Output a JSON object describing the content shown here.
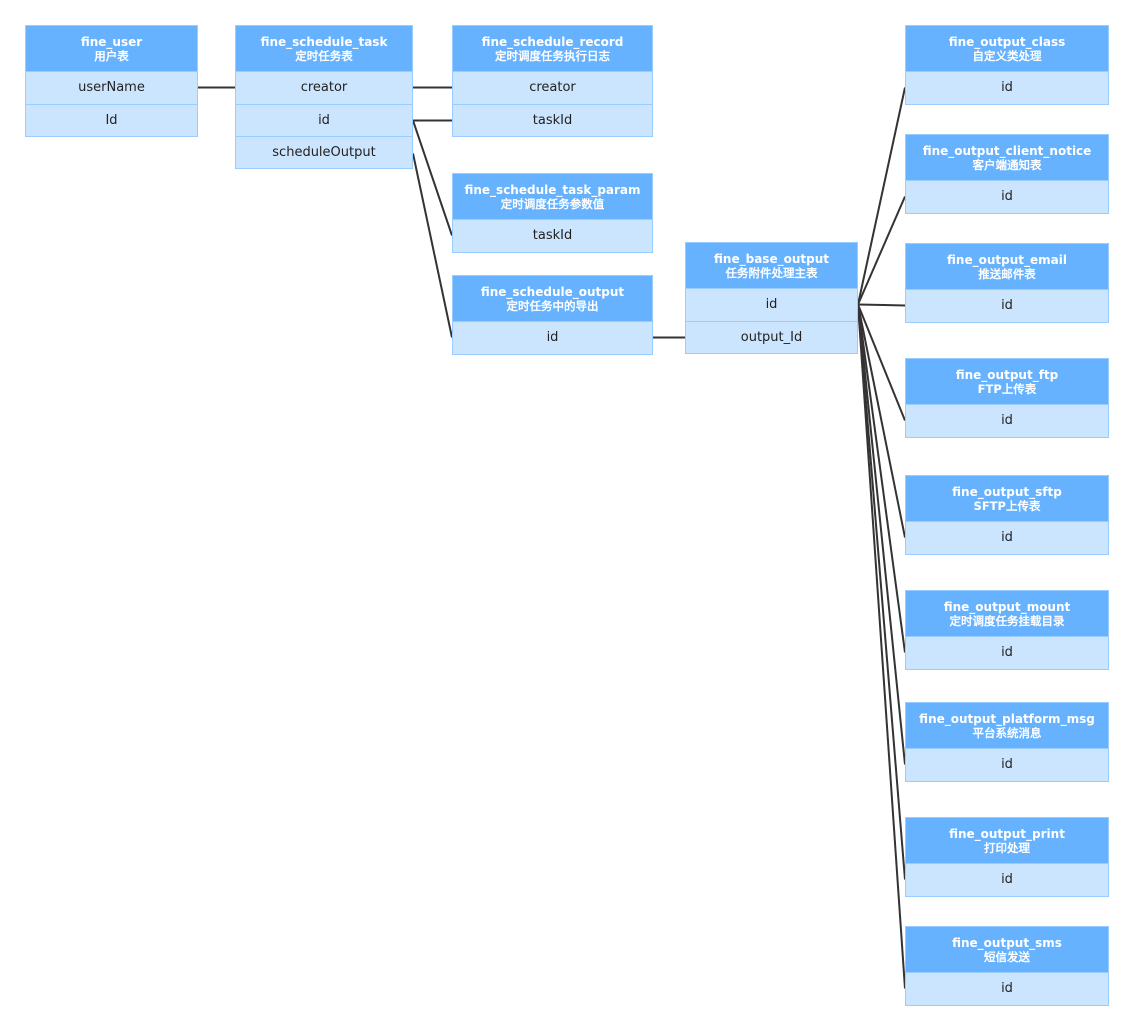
{
  "diagram": {
    "type": "entity-relationship",
    "colors": {
      "header": "#66b2ff",
      "row": "#cce5ff",
      "border": "#99ccff",
      "line": "#333333"
    }
  },
  "entities": [
    {
      "id": "fine_user",
      "title": "fine_user",
      "subtitle": "用户表",
      "fields": [
        "userName",
        "Id"
      ]
    },
    {
      "id": "fine_schedule_task",
      "title": "fine_schedule_task",
      "subtitle": "定时任务表",
      "fields": [
        "creator",
        "id",
        "scheduleOutput"
      ]
    },
    {
      "id": "fine_schedule_record",
      "title": "fine_schedule_record",
      "subtitle": "定时调度任务执行日志",
      "fields": [
        "creator",
        "taskId"
      ]
    },
    {
      "id": "fine_schedule_task_param",
      "title": "fine_schedule_task_param",
      "subtitle": "定时调度任务参数值",
      "fields": [
        "taskId"
      ]
    },
    {
      "id": "fine_schedule_output",
      "title": "fine_schedule_output",
      "subtitle": "定时任务中的导出",
      "fields": [
        "id"
      ]
    },
    {
      "id": "fine_base_output",
      "title": "fine_base_output",
      "subtitle": "任务附件处理主表",
      "fields": [
        "id",
        "output_Id"
      ]
    },
    {
      "id": "fine_output_class",
      "title": "fine_output_class",
      "subtitle": "自定义类处理",
      "fields": [
        "id"
      ]
    },
    {
      "id": "fine_output_client_notice",
      "title": "fine_output_client_notice",
      "subtitle": "客户端通知表",
      "fields": [
        "id"
      ]
    },
    {
      "id": "fine_output_email",
      "title": "fine_output_email",
      "subtitle": "推送邮件表",
      "fields": [
        "id"
      ]
    },
    {
      "id": "fine_output_ftp",
      "title": "fine_output_ftp",
      "subtitle": "FTP上传表",
      "fields": [
        "id"
      ]
    },
    {
      "id": "fine_output_sftp",
      "title": "fine_output_sftp",
      "subtitle": "SFTP上传表",
      "fields": [
        "id"
      ]
    },
    {
      "id": "fine_output_mount",
      "title": "fine_output_mount",
      "subtitle": "定时调度任务挂载目录",
      "fields": [
        "id"
      ]
    },
    {
      "id": "fine_output_platform_msg",
      "title": "fine_output_platform_msg",
      "subtitle": "平台系统消息",
      "fields": [
        "id"
      ]
    },
    {
      "id": "fine_output_print",
      "title": "fine_output_print",
      "subtitle": "打印处理",
      "fields": [
        "id"
      ]
    },
    {
      "id": "fine_output_sms",
      "title": "fine_output_sms",
      "subtitle": "短信发送",
      "fields": [
        "id"
      ]
    }
  ],
  "relationships": [
    {
      "from": "fine_user.userName",
      "to": "fine_schedule_task.creator"
    },
    {
      "from": "fine_schedule_task.creator",
      "to": "fine_schedule_record.creator"
    },
    {
      "from": "fine_schedule_task.id",
      "to": "fine_schedule_record.taskId"
    },
    {
      "from": "fine_schedule_task.id",
      "to": "fine_schedule_task_param.taskId"
    },
    {
      "from": "fine_schedule_task.scheduleOutput",
      "to": "fine_schedule_output.id"
    },
    {
      "from": "fine_schedule_output.id",
      "to": "fine_base_output.output_Id"
    },
    {
      "from": "fine_base_output.id",
      "to": "fine_output_class.id"
    },
    {
      "from": "fine_base_output.id",
      "to": "fine_output_client_notice.id"
    },
    {
      "from": "fine_base_output.id",
      "to": "fine_output_email.id"
    },
    {
      "from": "fine_base_output.id",
      "to": "fine_output_ftp.id"
    },
    {
      "from": "fine_base_output.id",
      "to": "fine_output_sftp.id"
    },
    {
      "from": "fine_base_output.id",
      "to": "fine_output_mount.id"
    },
    {
      "from": "fine_base_output.id",
      "to": "fine_output_platform_msg.id"
    },
    {
      "from": "fine_base_output.id",
      "to": "fine_output_print.id"
    },
    {
      "from": "fine_base_output.id",
      "to": "fine_output_sms.id"
    }
  ]
}
